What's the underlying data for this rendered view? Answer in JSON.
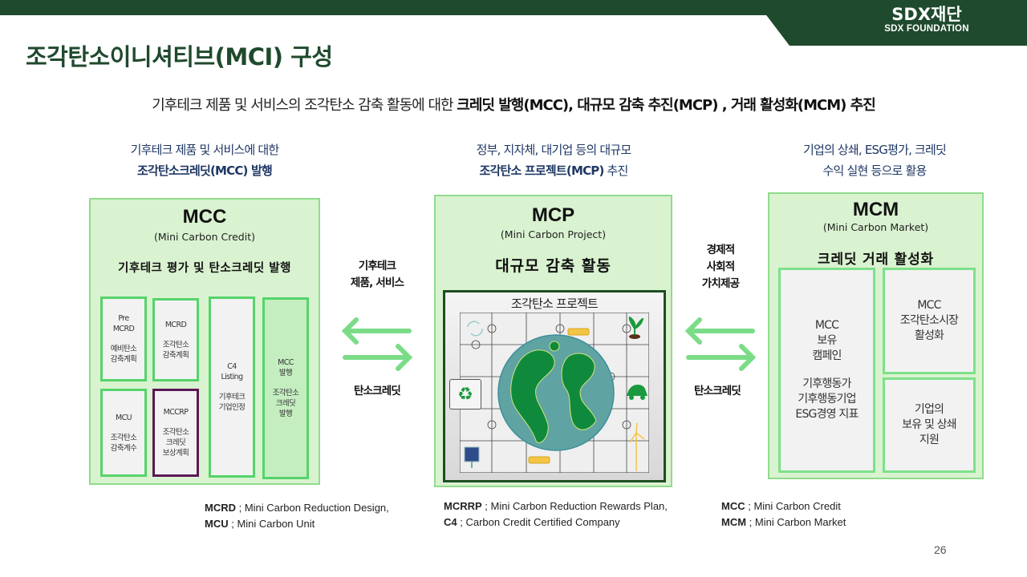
{
  "header": {
    "logo_main": "SDX재단",
    "logo_sub": "SDX FOUNDATION",
    "title": "조각탄소이니셔티브(MCI) 구성",
    "colors": {
      "brand_dark_green": "#1f4a2d",
      "panel_bg": "#d9f2d0",
      "panel_border": "#8fdc8b",
      "box_border": "#55d46a",
      "arrow": "#7bdc88",
      "caption_navy": "#1f3864"
    }
  },
  "subtitle": {
    "plain": "기후테크 제품 및 서비스의 조각탄소 감축 활동에 대한 ",
    "bold1": "크레딧 발행(MCC), 대규모 감축 추진(MCP) , 거래 활성화(MCM) 추진"
  },
  "captions": {
    "left": {
      "line1": "기후테크 제품 및 서비스에 대한",
      "line2_bold": "조각탄소크레딧(MCC) 발행"
    },
    "center": {
      "line1": "정부, 지자체, 대기업 등의 대규모",
      "line2_bold": "조각탄소 프로젝트(MCP)",
      "line2_rest": " 추진"
    },
    "right": {
      "line1": "기업의 상쇄,  ESG평가, 크레딧",
      "line2": "수익 실현 등으로 활용"
    }
  },
  "mcc": {
    "title": "MCC",
    "subtitle": "(Mini Carbon Credit)",
    "heading": "기후테크 평가 및 탄소크레딧 발행",
    "boxes": [
      {
        "id": "pre-mcrd",
        "lines": [
          "Pre",
          "MCRD",
          "",
          "예비탄소",
          "감축계획"
        ]
      },
      {
        "id": "mcrd",
        "lines": [
          "MCRD",
          "",
          "조각탄소",
          "감축계획"
        ]
      },
      {
        "id": "c4",
        "lines": [
          "C4",
          "Listing",
          "",
          "기후테크",
          "기업인정"
        ]
      },
      {
        "id": "mcc-issue",
        "lines": [
          "MCC",
          "발행",
          "",
          "조각탄소",
          "크레딧",
          "발행"
        ]
      },
      {
        "id": "mcu",
        "lines": [
          "MCU",
          "",
          "조각탄소",
          "감축계수"
        ]
      },
      {
        "id": "mccrp",
        "lines": [
          "MCCRP",
          "",
          "조각탄소",
          "크레딧",
          "보상계획"
        ]
      }
    ]
  },
  "arrows_left": {
    "top_label_1": "기후테크",
    "top_label_2": "제품, 서비스",
    "bottom_label": "탄소크레딧"
  },
  "mcp": {
    "title": "MCP",
    "subtitle": "(Mini Carbon Project)",
    "heading": "대규모 감축 활동",
    "project_label": "조각탄소 프로젝트",
    "image_icons": [
      "recycle-cycle-icon",
      "sprout-icon",
      "battery-icon",
      "recycle-icon",
      "earth-globe-icon",
      "electric-car-icon",
      "solar-panel-icon",
      "wind-turbine-icon"
    ]
  },
  "arrows_right": {
    "top_label_1": "경제적",
    "top_label_2": "사회적",
    "top_label_3": "가치제공",
    "bottom_label": "탄소크레딧"
  },
  "mcm": {
    "title": "MCM",
    "subtitle": "(Mini Carbon Market)",
    "heading": "크레딧 거래 활성화",
    "boxes": [
      {
        "id": "campaign",
        "lines": [
          "MCC",
          "보유",
          "캠페인",
          "",
          "기후행동가",
          "기후행동기업",
          "ESG경영 지표"
        ]
      },
      {
        "id": "market",
        "lines": [
          "MCC",
          "조각탄소시장",
          "활성화"
        ]
      },
      {
        "id": "offset",
        "lines": [
          "기업의",
          "보유 및 상쇄",
          "지원"
        ]
      }
    ]
  },
  "legend": {
    "col1": [
      {
        "term": "MCRD",
        "desc": " ; Mini Carbon Reduction Design,"
      },
      {
        "term": "MCU",
        "desc": " ; Mini Carbon Unit"
      }
    ],
    "col2": [
      {
        "term": "MCRRP",
        "desc": " ; Mini Carbon Reduction Rewards Plan,"
      },
      {
        "term": "C4",
        "desc": " ; Carbon Credit Certified Company"
      }
    ],
    "col3": [
      {
        "term": "MCC",
        "desc": " ; Mini Carbon Credit"
      },
      {
        "term": "MCM",
        "desc": " ; Mini Carbon Market"
      }
    ]
  },
  "page_number": "26"
}
